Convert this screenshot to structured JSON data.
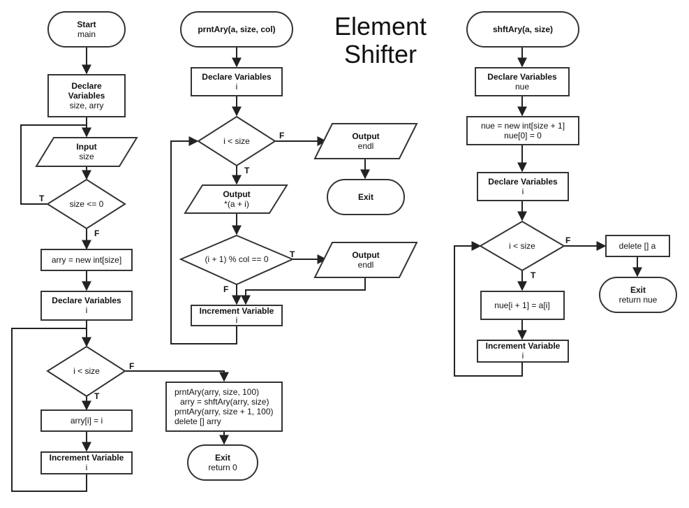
{
  "title": {
    "line1": "Element",
    "line2": "Shifter"
  },
  "branch": {
    "true": "T",
    "false": "F"
  },
  "main": {
    "start": {
      "title": "Start",
      "sub": "main"
    },
    "declare1": {
      "title": "Declare",
      "title2": "Variables",
      "sub": "size, arry"
    },
    "input": {
      "title": "Input",
      "sub": "size"
    },
    "check_size": "size <= 0",
    "alloc": "arry = new int[size]",
    "declare2": {
      "title": "Declare Variables",
      "sub": "i"
    },
    "loop_cond": "i < size",
    "assign": "arry[i] = i",
    "increment": {
      "title": "Increment Variable",
      "sub": "i"
    },
    "calls": [
      "prntAry(arry, size, 100)",
      "arry = shftAry(arry, size)",
      "prntAry(arry, size + 1, 100)",
      "delete [] arry"
    ],
    "exit": {
      "title": "Exit",
      "sub": "return 0"
    }
  },
  "prntAry": {
    "start": "prntAry(a, size, col)",
    "declare": {
      "title": "Declare Variables",
      "sub": "i"
    },
    "loop_cond": "i < size",
    "output_elem": {
      "title": "Output",
      "sub": "*(a + i)"
    },
    "col_cond": "(i + 1) % col == 0",
    "output_endl_1": {
      "title": "Output",
      "sub": "endl"
    },
    "increment": {
      "title": "Increment Variable",
      "sub": "i"
    },
    "output_endl_2": {
      "title": "Output",
      "sub": "endl"
    },
    "exit": "Exit"
  },
  "shftAry": {
    "start": "shftAry(a, size)",
    "declare1": {
      "title": "Declare Variables",
      "sub": "nue"
    },
    "alloc": [
      "nue = new int[size + 1]",
      "nue[0] = 0"
    ],
    "declare2": {
      "title": "Declare Variables",
      "sub": "i"
    },
    "loop_cond": "i < size",
    "assign": "nue[i + 1] = a[i]",
    "increment": {
      "title": "Increment Variable",
      "sub": "i"
    },
    "delete": "delete [] a",
    "exit": {
      "title": "Exit",
      "sub": "return nue"
    }
  }
}
